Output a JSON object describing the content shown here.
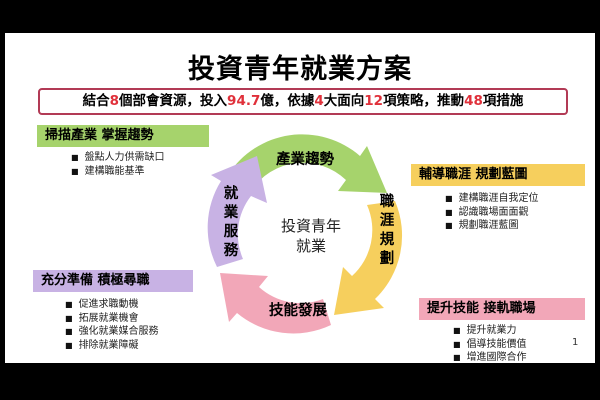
{
  "title": "投資青年就業方案",
  "summary": {
    "p1": "結合",
    "n1": "8",
    "p2": "個部會資源，投入",
    "n2": "94.7",
    "p3": "億，依據",
    "n3": "4",
    "p4": "大面向",
    "n4": "12",
    "p5": "項策略，推動",
    "n5": "48",
    "p6": "項措施"
  },
  "cycle": {
    "center_line1": "投資青年",
    "center_line2": "就業",
    "segments": {
      "top": "產業趨勢",
      "right": "職涯規劃",
      "bottom": "技能發展",
      "left": "就業服務"
    },
    "colors": {
      "green": "#a6d36c",
      "yellow": "#f6cf5d",
      "pink": "#f2a7b8",
      "purple": "#c8b2e4"
    }
  },
  "panels": {
    "green": {
      "title": "掃描產業  掌握趨勢",
      "items": [
        "盤點人力供需缺口",
        "建構職能基準"
      ]
    },
    "yellow": {
      "title": "輔導職涯  規劃藍圖",
      "items": [
        "建構職涯自我定位",
        "認識職場面面觀",
        "規劃職涯藍圖"
      ]
    },
    "purple": {
      "title": "充分準備  積極尋職",
      "items": [
        "促進求職動機",
        "拓展就業機會",
        "強化就業媒合服務",
        "排除就業障礙"
      ]
    },
    "pink": {
      "title": "提升技能  接軌職場",
      "items": [
        "提升就業力",
        "倡導技能價值",
        "增進國際合作"
      ]
    }
  },
  "page_number": "1"
}
